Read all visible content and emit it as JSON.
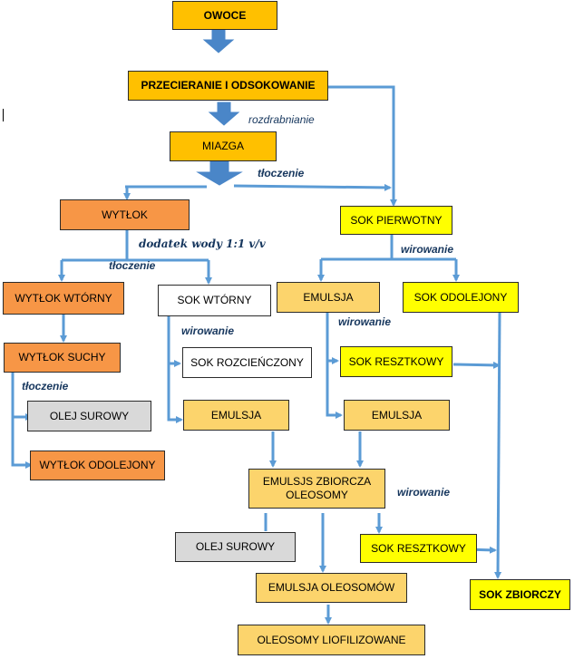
{
  "nodes": {
    "owoce": "OWOCE",
    "przecieranie": "PRZECIERANIE  I ODSOKOWANIE",
    "miazga": "MIAZGA",
    "wytlok": "WYTŁOK",
    "sok_pierwotny": "SOK PIERWOTNY",
    "wytlok_wtorny": "WYTŁOK WTÓRNY",
    "sok_wtorny": "SOK WTÓRNY",
    "emulsja_1": "EMULSJA",
    "sok_odolejony": "SOK ODOLEJONY",
    "wytlok_suchy": "WYTŁOK SUCHY",
    "sok_rozcienczony": "SOK ROZCIEŃCZONY",
    "sok_resztkowy_1": "SOK RESZTKOWY",
    "olej_surowy_1": "OLEJ SUROWY",
    "emulsja_2": "EMULSJA",
    "emulsja_3": "EMULSJA",
    "wytlok_odolejony": "WYTŁOK ODOLEJONY",
    "emulsja_zbiorcza_line1": "EMULSJS ZBIORCZA",
    "emulsja_zbiorcza_line2": "OLEOSOMY",
    "olej_surowy_2": "OLEJ SUROWY",
    "sok_resztkowy_2": "SOK RESZTKOWY",
    "sok_zbiorczy": "SOK ZBIORCZY",
    "emulsja_oleosomow": "EMULSJA OLEOSOMÓW",
    "oleosomy_liofilizowane": "OLEOSOMY LIOFILIZOWANE"
  },
  "labels": {
    "rozdrabnianie": "rozdrabnianie",
    "tloczenie_1": "tłoczenie",
    "dodatek_wody": "dodatek wody 1:1 v/v",
    "tloczenie_2": "tłoczenie",
    "wirowanie_1": "wirowanie",
    "wirowanie_2": "wirowanie",
    "wirowanie_3": "wirowanie",
    "tloczenie_3": "tłoczenie",
    "wirowanie_4": "wirowanie"
  },
  "colors": {
    "connector": "#5b9bd5",
    "block_arrow": "#4a86c8",
    "gold": "#ffc000",
    "orange": "#f79646",
    "yellow": "#ffff00",
    "peach": "#fcd46c",
    "grey": "#d9d9d9",
    "label_text": "#17375e"
  }
}
